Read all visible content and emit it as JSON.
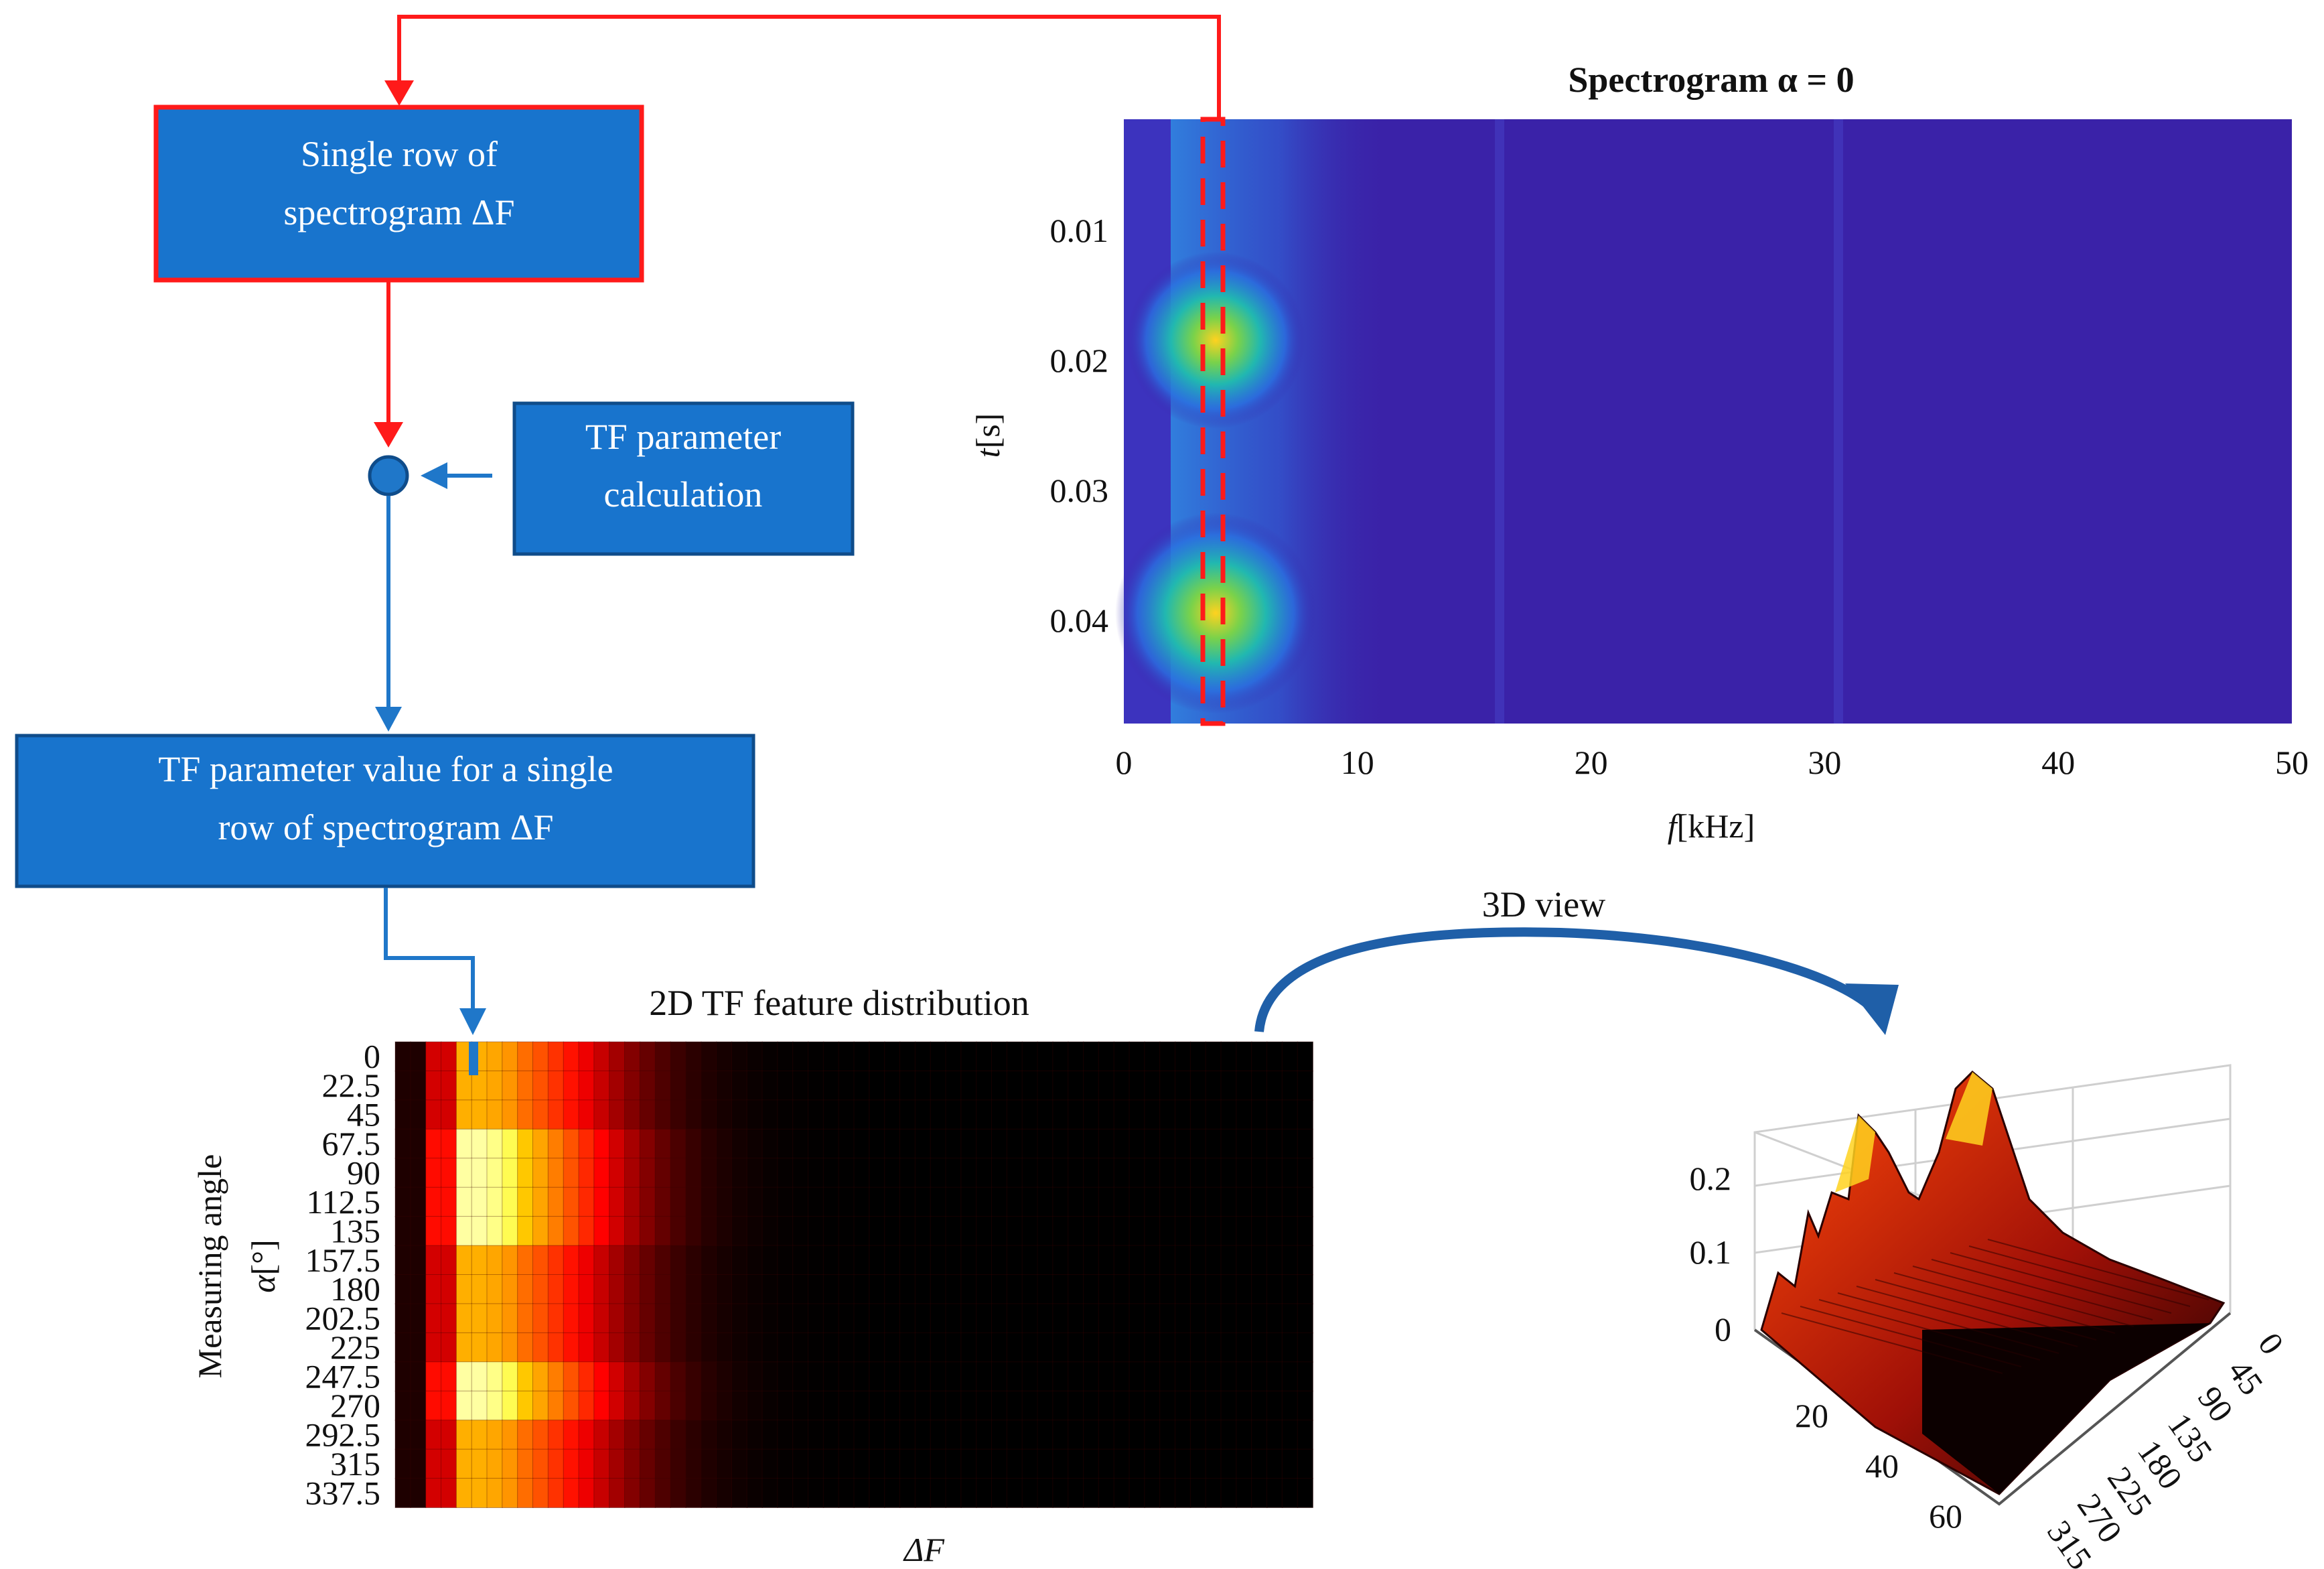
{
  "colors": {
    "box_blue": "#1874cd",
    "box_border": "#0f4c8a",
    "red_arrow": "#ff1a1a",
    "blue_arrow": "#1f77c9",
    "curved_arrow": "#1f5fa8",
    "spectro_bg": "#3a22a8",
    "heat_bg": "#000000"
  },
  "flow": {
    "box1": {
      "line1": "Single row of",
      "line2": "spectrogram ΔF"
    },
    "box2": {
      "line1": "TF parameter",
      "line2": "calculation"
    },
    "box3": {
      "line1": "TF parameter value for a single",
      "line2": "row of spectrogram ΔF"
    }
  },
  "curved_arrow_label": "3D view",
  "chart_data": [
    {
      "type": "heatmap",
      "title": "Spectrogram α = 0",
      "xlabel": "f[kHz]",
      "ylabel": "t[s]",
      "x_ticks": [
        "0",
        "10",
        "20",
        "30",
        "40",
        "50"
      ],
      "y_ticks": [
        "0.01",
        "0.02",
        "0.03",
        "0.04"
      ],
      "xlim": [
        0,
        50
      ],
      "ylim": [
        0.048,
        0.0015
      ],
      "hot_spots": [
        {
          "f_khz": 3.5,
          "t_s": 0.0185,
          "level": 0.85
        },
        {
          "f_khz": 3.5,
          "t_s": 0.0395,
          "level": 1.0
        }
      ],
      "selected_column_khz": 3.8
    },
    {
      "type": "heatmap",
      "title": "2D TF feature distribution",
      "xlabel": "ΔF",
      "ylabel": "Measuring angle α[°]",
      "y_ticks": [
        "0",
        "22.5",
        "45",
        "67.5",
        "90",
        "112.5",
        "135",
        "157.5",
        "180",
        "202.5",
        "225",
        "247.5",
        "270",
        "292.5",
        "315",
        "337.5"
      ],
      "columns": 60,
      "peak_rows": [
        "67.5",
        "90",
        "112.5",
        "135",
        "247.5",
        "270"
      ]
    },
    {
      "type": "surface",
      "z_ticks": [
        "0",
        "0.1",
        "0.2"
      ],
      "x_ticks": [
        "20",
        "40",
        "60"
      ],
      "y_ticks": [
        "0",
        "45",
        "90",
        "135",
        "180",
        "225",
        "270",
        "315"
      ],
      "zlim": [
        0,
        0.3
      ]
    }
  ]
}
